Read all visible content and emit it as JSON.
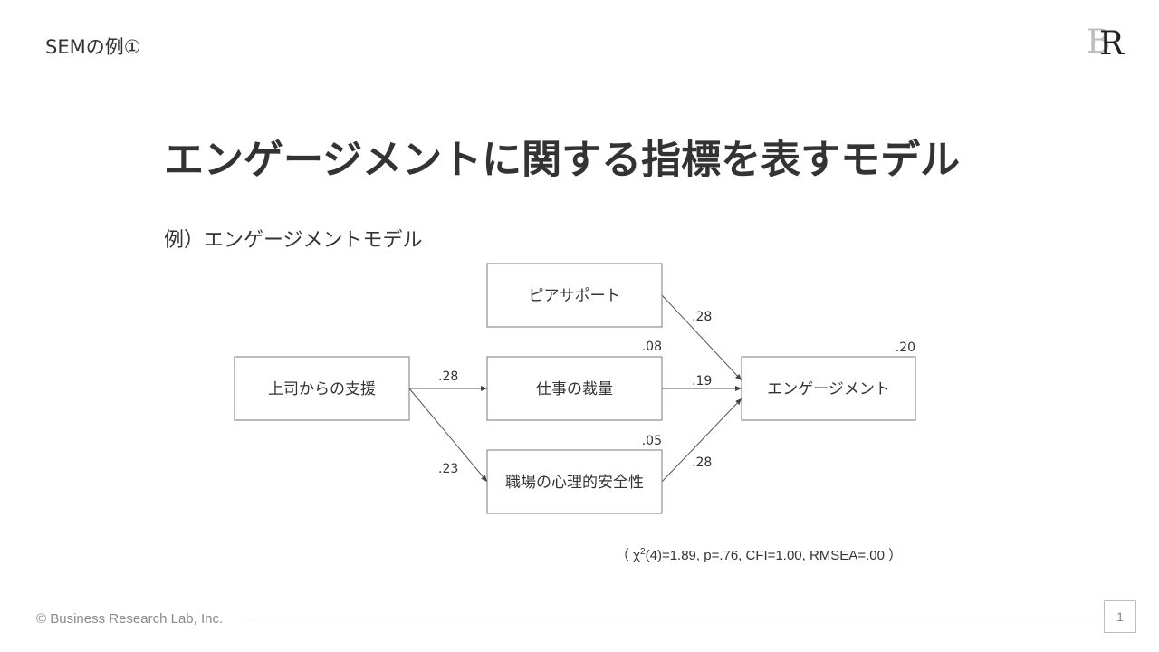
{
  "header": {
    "slide_label": "SEMの例①"
  },
  "logo": {
    "letters": "BR"
  },
  "title": "エンゲージメントに関する指標を表すモデル",
  "subtitle": "例）エンゲージメントモデル",
  "diagram": {
    "nodes": {
      "boss_support": "上司からの支援",
      "peer_support": "ピアサポート",
      "job_discretion": "仕事の裁量",
      "psych_safety": "職場の心理的安全性",
      "engagement": "エンゲージメント"
    },
    "paths": {
      "boss_to_discretion": ".28",
      "boss_to_safety": ".23",
      "peer_to_engagement": ".28",
      "discretion_to_engagement": ".19",
      "safety_to_engagement": ".28"
    },
    "r_squared": {
      "job_discretion": ".08",
      "psych_safety": ".05",
      "engagement": ".20"
    }
  },
  "fit_stats": {
    "open": "（ χ",
    "sup": "2",
    "rest": "(4)=1.89, p=.76, CFI=1.00, RMSEA=.00 ）"
  },
  "footer": {
    "copyright": "© Business Research Lab, Inc.",
    "page_number": "1"
  }
}
